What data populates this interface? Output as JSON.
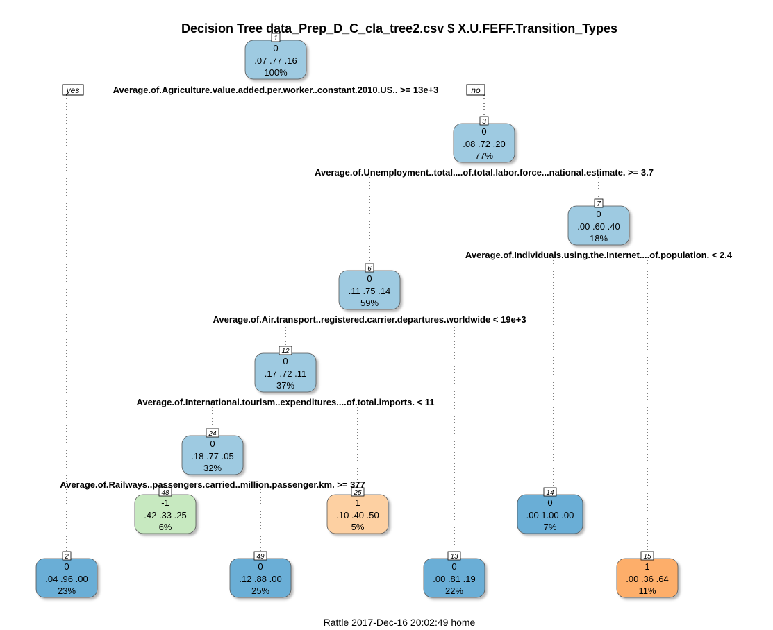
{
  "title": "Decision Tree data_Prep_D_C_cla_tree2.csv $ X.U.FEFF.Transition_Types",
  "footer": "Rattle 2017-Dec-16 20:02:49 home",
  "yes_label": "yes",
  "no_label": "no",
  "colors": {
    "class0_light": "#9ecae1",
    "class0_dark": "#6baed6",
    "class1_light": "#fdd0a2",
    "class1_dark": "#fdae6b",
    "classm1_light": "#c7e9c0"
  },
  "nodes": [
    {
      "id": "1",
      "class": "0",
      "probs": ".07  .77  .16",
      "pct": "100%"
    },
    {
      "id": "3",
      "class": "0",
      "probs": ".08  .72  .20",
      "pct": "77%"
    },
    {
      "id": "7",
      "class": "0",
      "probs": ".00  .60  .40",
      "pct": "18%"
    },
    {
      "id": "6",
      "class": "0",
      "probs": ".11  .75  .14",
      "pct": "59%"
    },
    {
      "id": "12",
      "class": "0",
      "probs": ".17  .72  .11",
      "pct": "37%"
    },
    {
      "id": "24",
      "class": "0",
      "probs": ".18  .77  .05",
      "pct": "32%"
    },
    {
      "id": "48",
      "class": "-1",
      "probs": ".42  .33  .25",
      "pct": "6%"
    },
    {
      "id": "25",
      "class": "1",
      "probs": ".10  .40  .50",
      "pct": "5%"
    },
    {
      "id": "14",
      "class": "0",
      "probs": ".00  1.00  .00",
      "pct": "7%"
    },
    {
      "id": "2",
      "class": "0",
      "probs": ".04  .96  .00",
      "pct": "23%"
    },
    {
      "id": "49",
      "class": "0",
      "probs": ".12  .88  .00",
      "pct": "25%"
    },
    {
      "id": "13",
      "class": "0",
      "probs": ".00  .81  .19",
      "pct": "22%"
    },
    {
      "id": "15",
      "class": "1",
      "probs": ".00  .36  .64",
      "pct": "11%"
    }
  ],
  "splits": [
    {
      "node": "1",
      "text": "Average.of.Agriculture.value.added.per.worker..constant.2010.US.. >= 13e+3"
    },
    {
      "node": "3",
      "text": "Average.of.Unemployment..total....of.total.labor.force...national.estimate. >= 3.7"
    },
    {
      "node": "7",
      "text": "Average.of.Individuals.using.the.Internet....of.population. < 2.4"
    },
    {
      "node": "6",
      "text": "Average.of.Air.transport..registered.carrier.departures.worldwide < 19e+3"
    },
    {
      "node": "12",
      "text": "Average.of.International.tourism..expenditures....of.total.imports. < 11"
    },
    {
      "node": "24",
      "text": "Average.of.Railways..passengers.carried..million.passenger.km. >= 377"
    }
  ]
}
